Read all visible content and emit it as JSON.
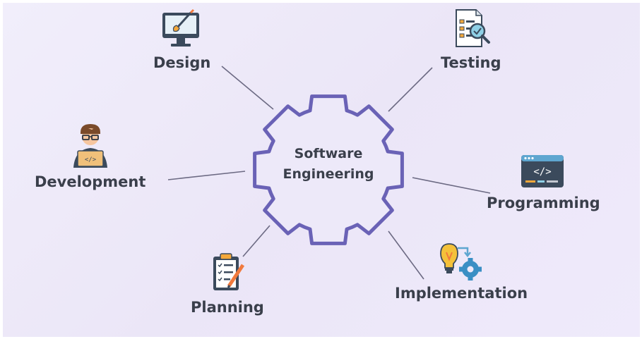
{
  "diagram": {
    "center": {
      "line1": "Software",
      "line2": "Engineering"
    },
    "nodes": [
      {
        "id": "design",
        "label": "Design",
        "icon": "monitor-paintbrush-icon"
      },
      {
        "id": "testing",
        "label": "Testing",
        "icon": "checklist-magnifier-icon"
      },
      {
        "id": "development",
        "label": "Development",
        "icon": "developer-laptop-icon"
      },
      {
        "id": "programming",
        "label": "Programming",
        "icon": "code-window-icon"
      },
      {
        "id": "planning",
        "label": "Planning",
        "icon": "clipboard-pencil-icon"
      },
      {
        "id": "implementation",
        "label": "Implementation",
        "icon": "bulb-gear-icon"
      }
    ]
  },
  "colors": {
    "gear_stroke": "#6a62b6",
    "connector": "#6c6a83",
    "text": "#3a3f4b",
    "background": "#ede9f8"
  }
}
